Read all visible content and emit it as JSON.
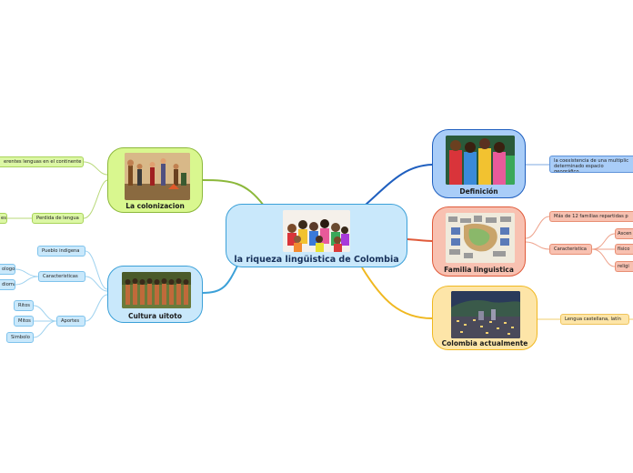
{
  "colors": {
    "center_fill": "#c9e8fb",
    "colonizacion": "#d9f78f",
    "cultura": "#c9e8fb",
    "definicion": "#a9cdf8",
    "familia": "#f8c1b1",
    "colombia": "#fde5a8",
    "line_green": "#8cb83b",
    "line_blue": "#3ba0d8",
    "line_navy": "#1f5fbf",
    "line_red": "#e05a3a",
    "line_yellow": "#f0b820"
  },
  "center": {
    "title": "la riqueza lingüistica de Colombia",
    "icon": "crowd-photo"
  },
  "colonizacion": {
    "title": "La colonizacion",
    "icon": "colonizers-illustration",
    "leaves": [
      "erentes lenguas en el continente",
      "es",
      "Perdida de lengua"
    ]
  },
  "cultura": {
    "title": "Cultura uitoto",
    "icon": "indigenous-line-photo",
    "leaves": [
      "Pueblo indigena",
      "ologo",
      "Caracteristicas",
      "dioma",
      "Ritos",
      "Mitos",
      "Aportes",
      "Simbolo"
    ]
  },
  "definicion": {
    "title": "Definición",
    "icon": "traditional-dress-photo",
    "leaves": [
      "la coexistencia de una multiplic determinado espacio geográfico"
    ]
  },
  "familia": {
    "title": "Familia linguistica",
    "icon": "language-map-photo",
    "leaves": [
      "Más de 12 familias repartidas p",
      "Caracteristica",
      "Ascen",
      "físico",
      "religi"
    ]
  },
  "colombia": {
    "title": "Colombia actualmente",
    "icon": "city-night-photo",
    "leaves": [
      "Lengua castellana, latín"
    ]
  }
}
